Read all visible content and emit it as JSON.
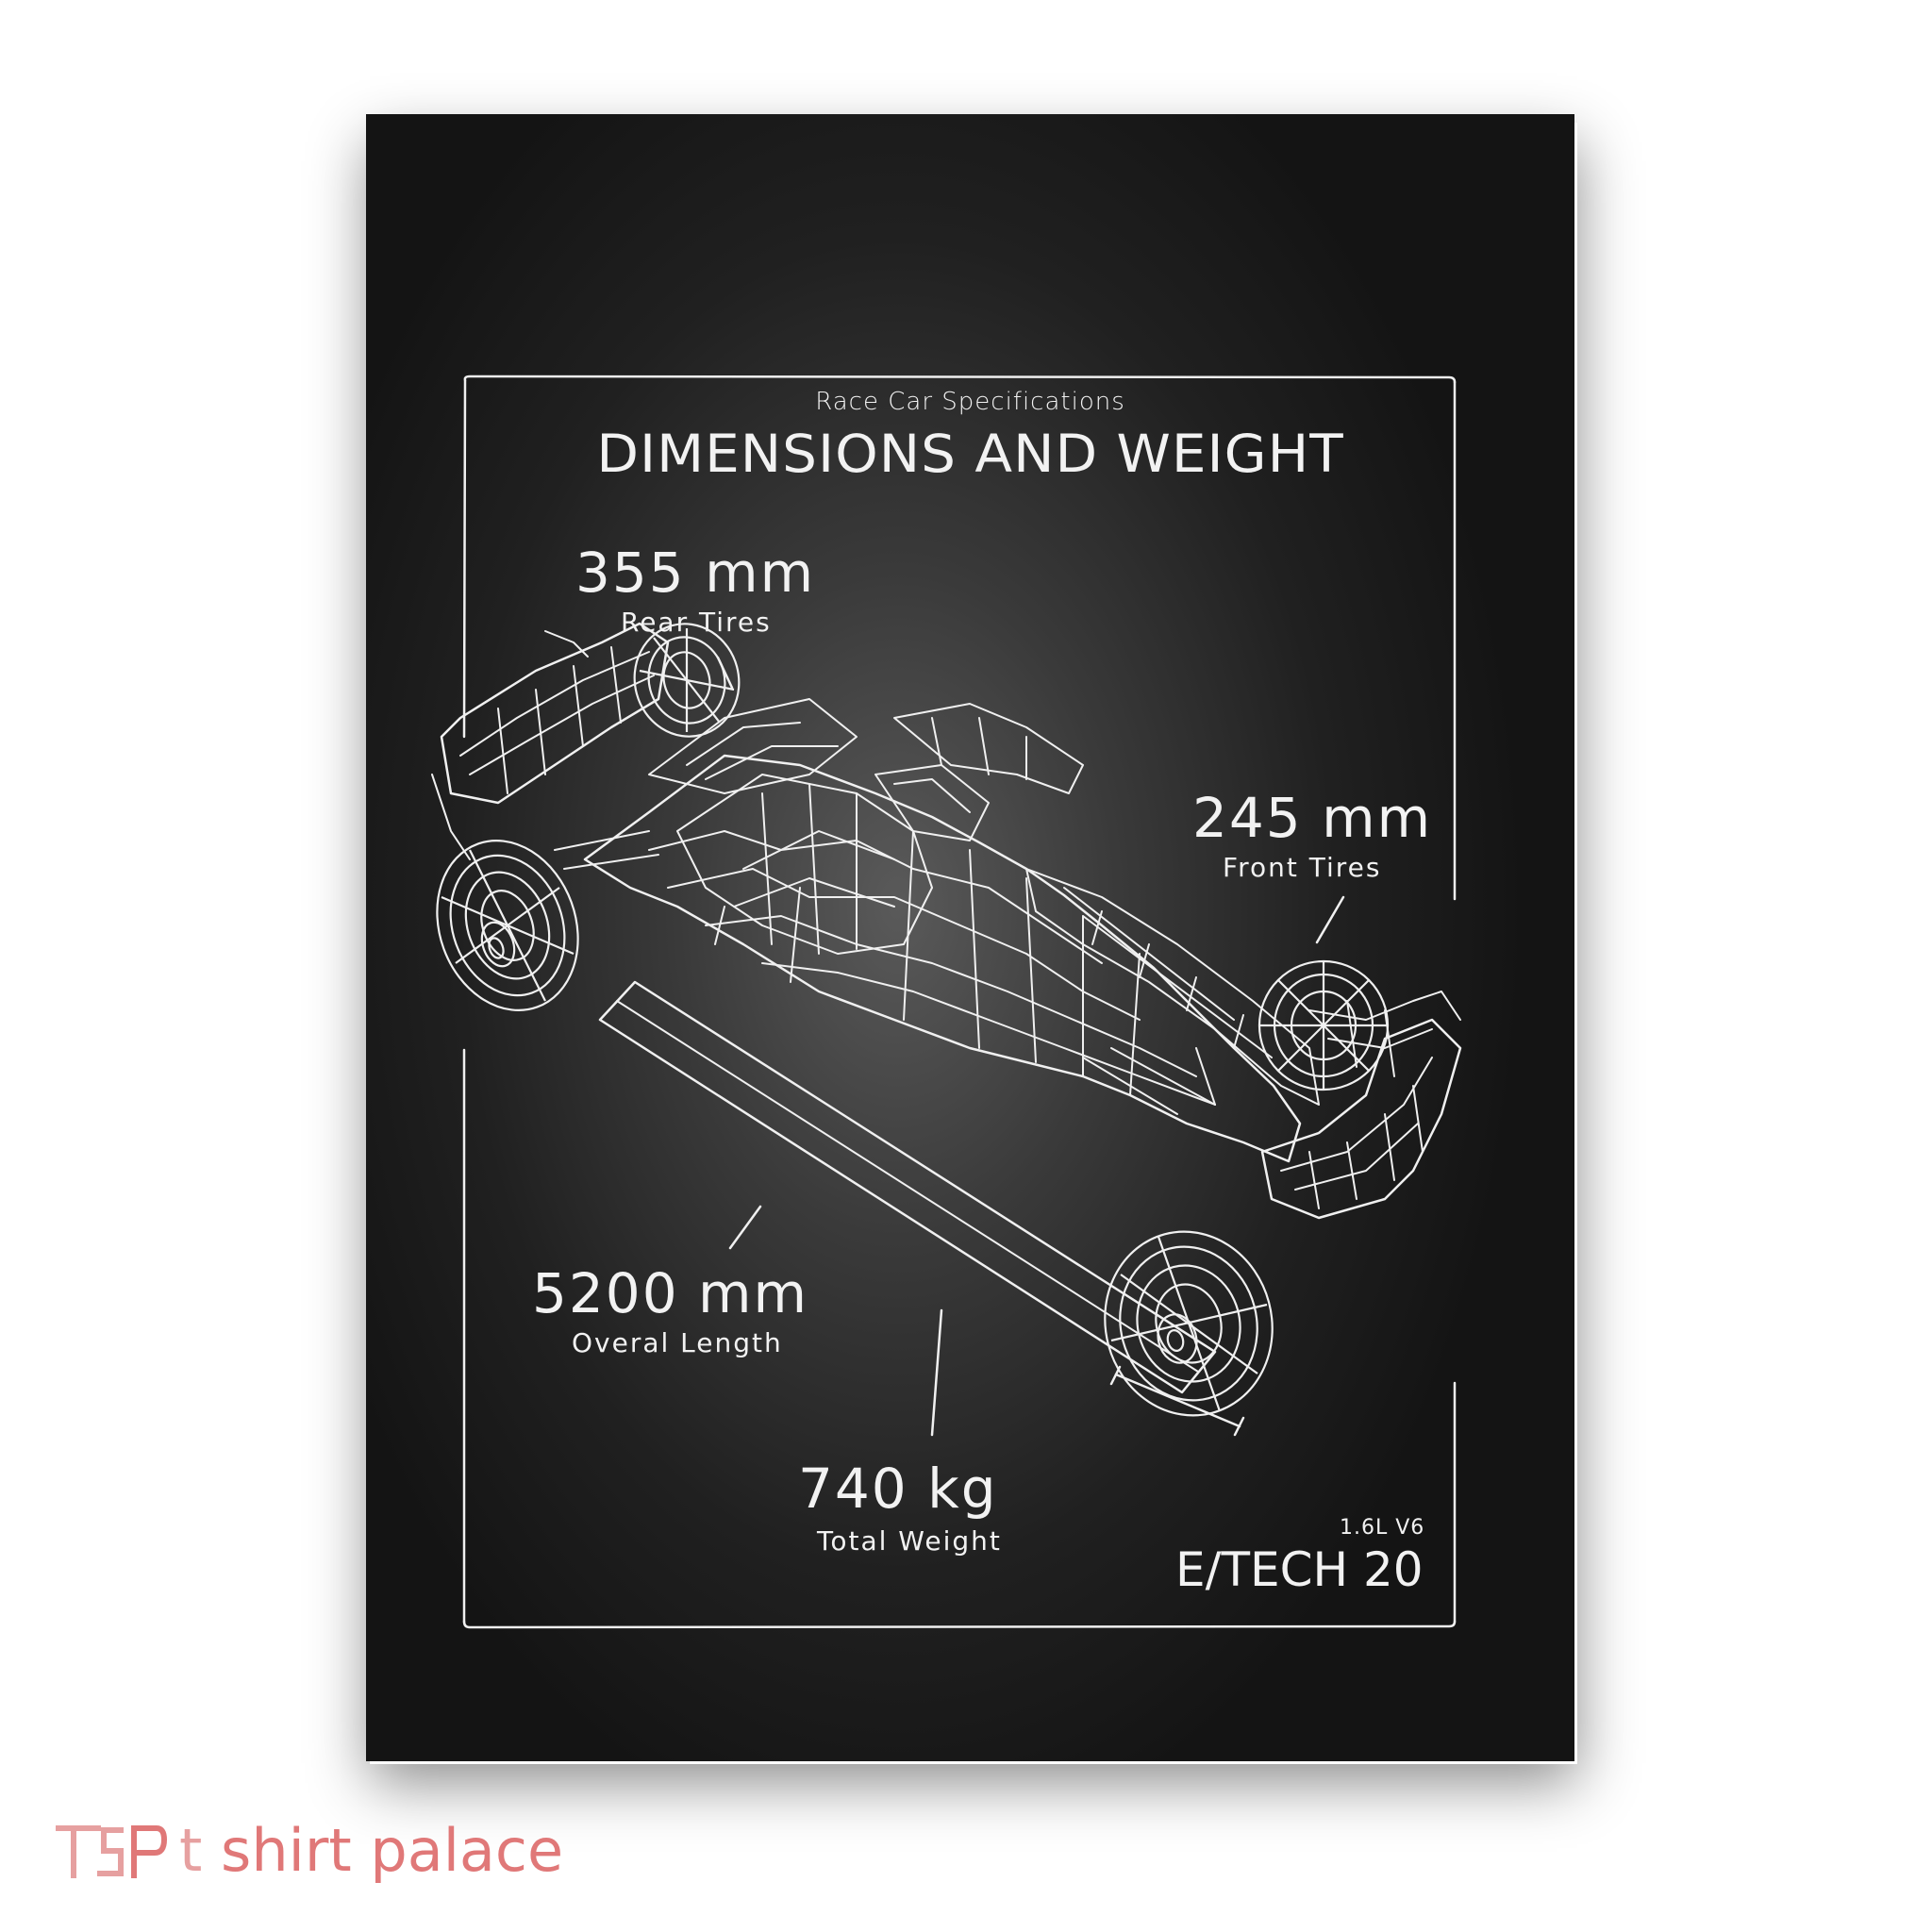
{
  "poster": {
    "subtitle": "Race Car Specifications",
    "title": "DIMENSIONS AND WEIGHT",
    "specs": {
      "rear_tires": {
        "value": "355 mm",
        "label": "Rear Tires"
      },
      "front_tires": {
        "value": "245 mm",
        "label": "Front Tires"
      },
      "length": {
        "value": "5200 mm",
        "label": "Overal Length"
      },
      "weight": {
        "value": "740 kg",
        "label": "Total Weight"
      }
    },
    "engine": "1.6L V6",
    "model": "E/TECH 20",
    "colors": {
      "background": "#1e1e1e",
      "line": "#f2f2f2"
    }
  },
  "watermark": {
    "logo_text": "TSP",
    "brand_t": "t",
    "brand_rest": "shirt palace",
    "color": "#e07878"
  }
}
